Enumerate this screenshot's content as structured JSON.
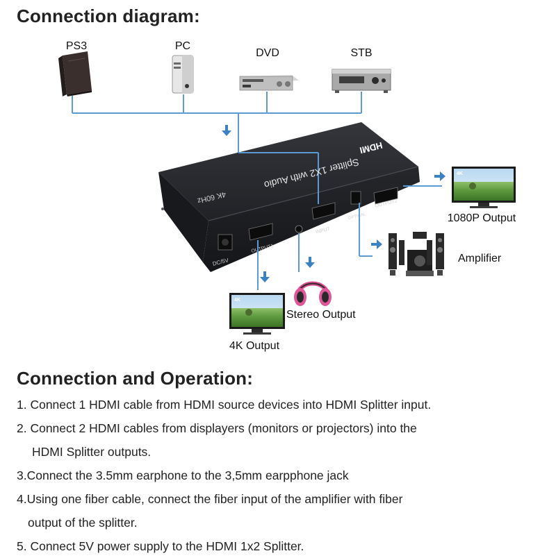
{
  "diagram": {
    "title": "Connection diagram:",
    "sources": [
      {
        "label": "PS3",
        "icon": "ps3-console-icon"
      },
      {
        "label": "PC",
        "icon": "pc-tower-icon"
      },
      {
        "label": "DVD",
        "icon": "dvd-player-icon"
      },
      {
        "label": "STB",
        "icon": "set-top-box-icon"
      }
    ],
    "device": {
      "logo": "HDMI",
      "name": "Splitter 1X2 with Audio",
      "spec": "4K 60Hz",
      "ports": {
        "input": "INPUT",
        "optical": "OPTICAL",
        "output1": "OUTPUT1",
        "output2": "OUTPUT2",
        "power": "DC/5V"
      }
    },
    "outputs": {
      "tv_1080p": "1080P Output",
      "amplifier": "Amplifier",
      "stereo": "Stereo Output",
      "tv_4k": "4K Output",
      "tv_badge": "4K"
    },
    "colors": {
      "wire": "#5b9bd5",
      "arrow": "#3b82c4",
      "device": "#2b2d31",
      "headphone": "#e0569a"
    }
  },
  "operation": {
    "title": "Connection and Operation:",
    "steps": [
      {
        "line1": "1. Connect 1 HDMI cable from HDMI source devices into HDMI Splitter input."
      },
      {
        "line1": "2. Connect 2 HDMI cables from displayers (monitors or projectors) into the",
        "line2": "HDMI Splitter outputs."
      },
      {
        "line1": "3.Connect the 3.5mm earphone to the 3,5mm earpphone jack"
      },
      {
        "line1": "4.Using one fiber cable, connect the fiber input of the amplifier with fiber",
        "line2": "output of the splitter."
      },
      {
        "line1": "5. Connect 5V power supply to the HDMI 1x2 Splitter."
      }
    ]
  }
}
